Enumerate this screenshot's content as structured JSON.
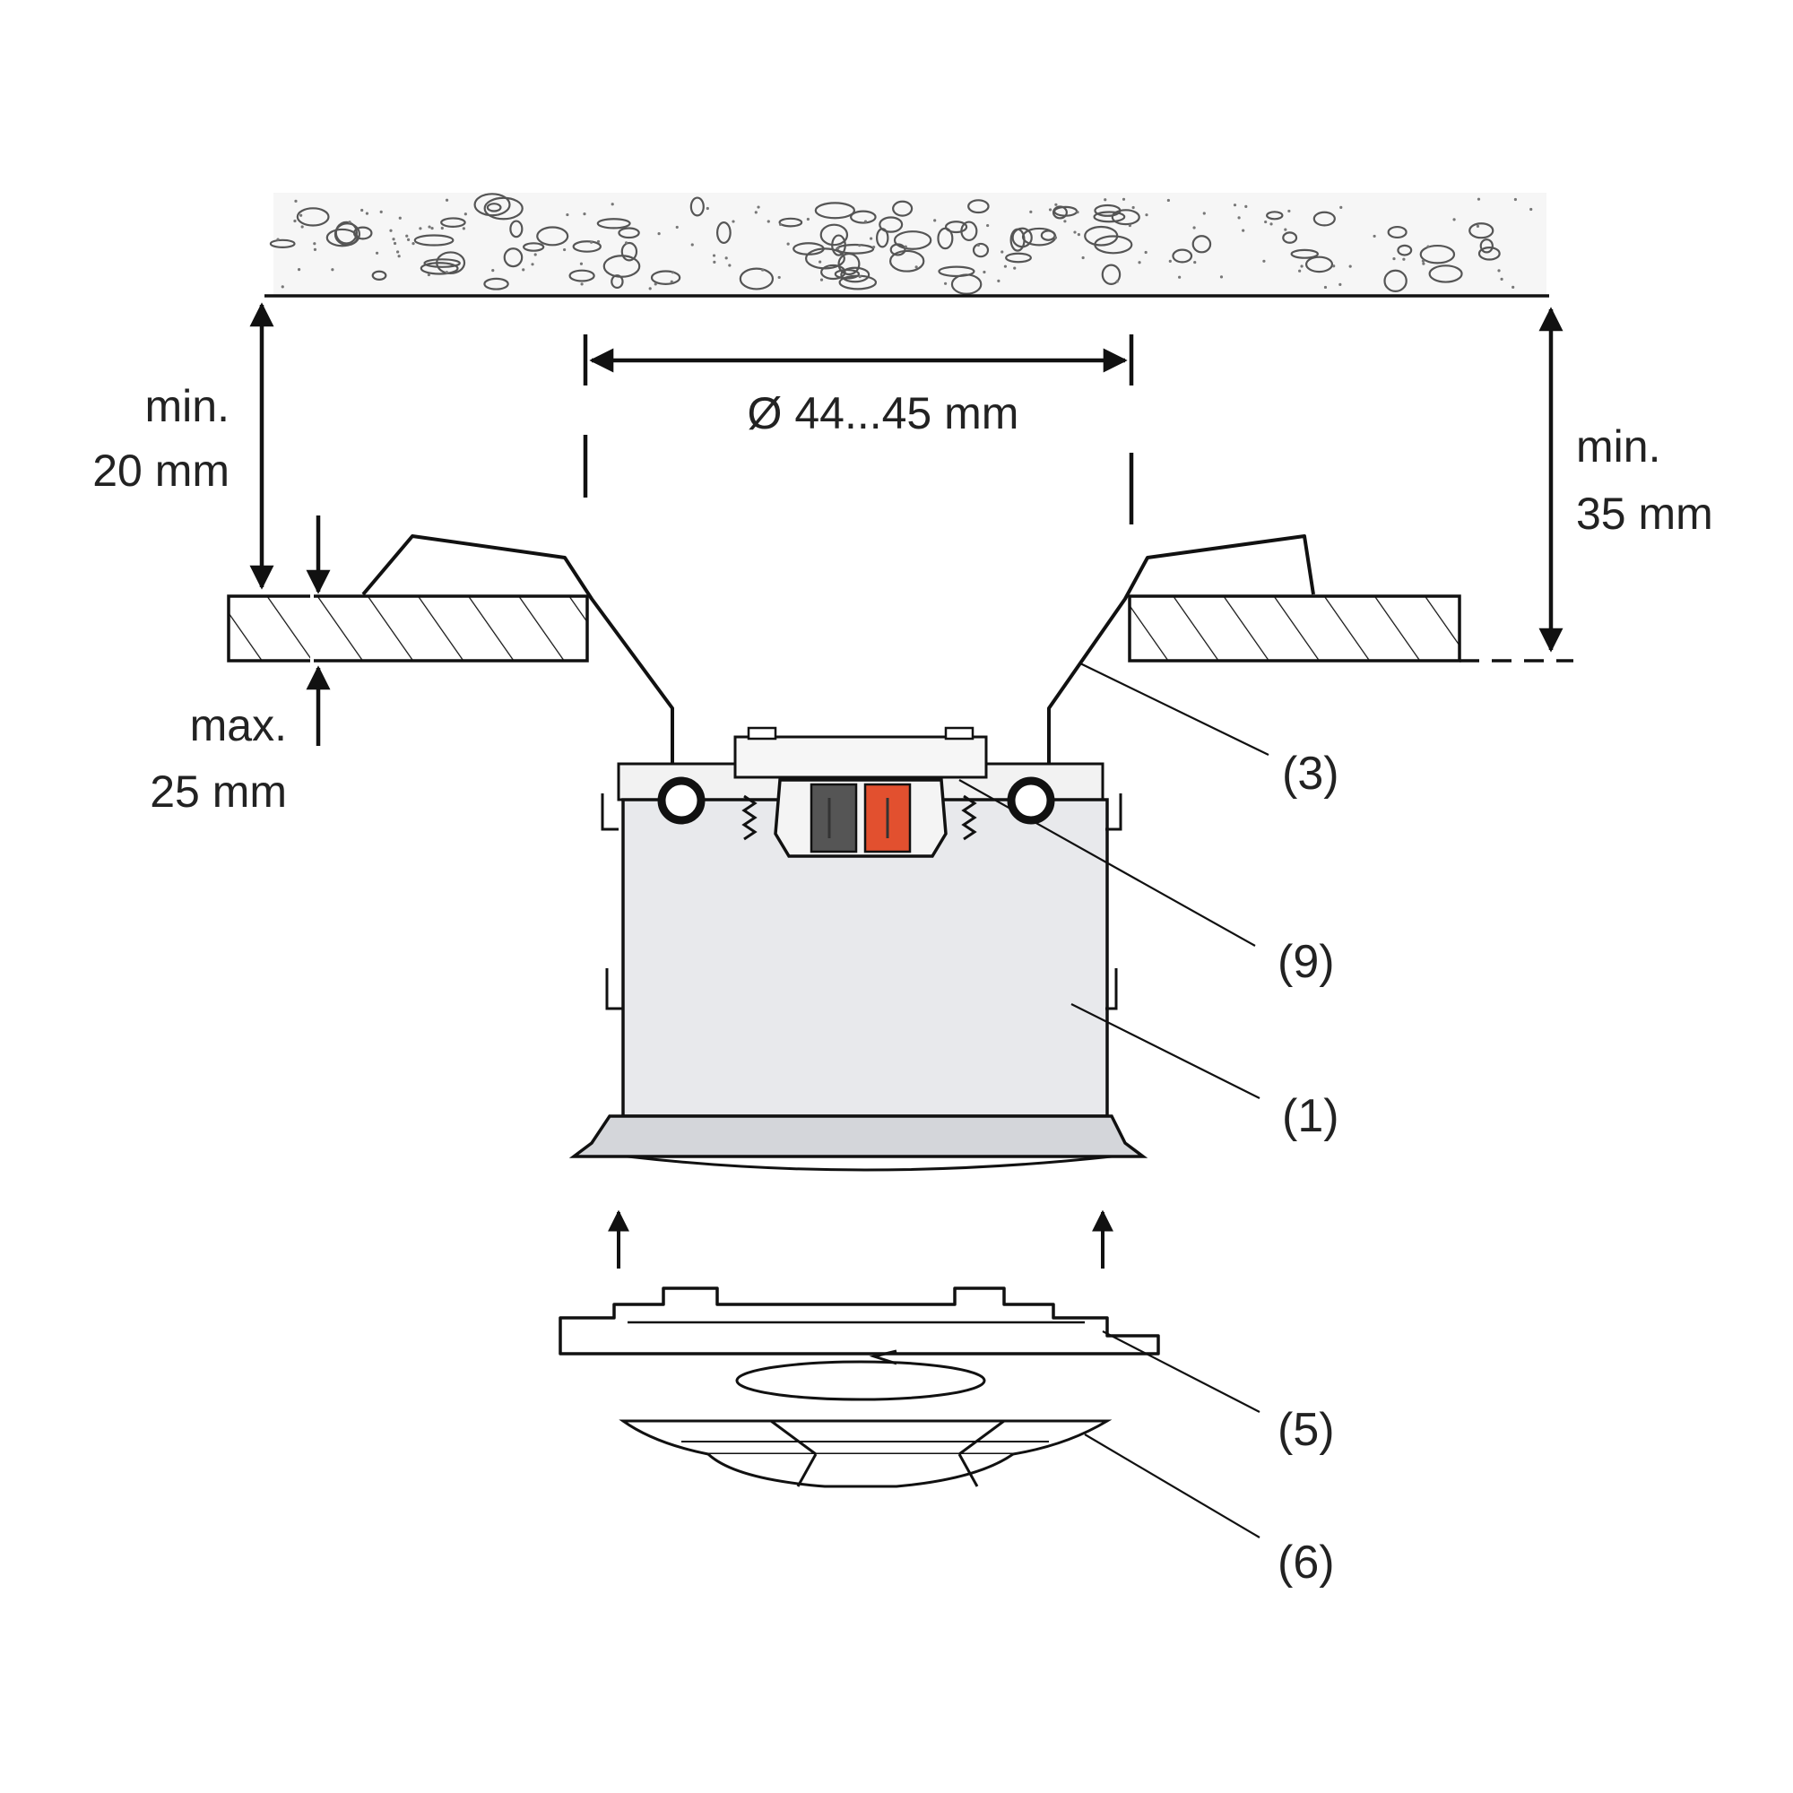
{
  "dimensions": {
    "ceiling_gap_min_line1": "min.",
    "ceiling_gap_min_line2": "20 mm",
    "ceiling_thickness_max_line1": "max.",
    "ceiling_thickness_max_line2": "25 mm",
    "hole_diameter": "Ø 44...45 mm",
    "install_depth_min_line1": "min.",
    "install_depth_min_line2": "35 mm"
  },
  "parts": {
    "spring_clip": "(3)",
    "terminal": "(9)",
    "housing": "(1)",
    "mounting_ring": "(5)",
    "sensor_cover": "(6)"
  },
  "colors": {
    "line": "#111111",
    "housing_fill": "#e8e9ec",
    "concrete_fill": "#f6f6f6",
    "terminal_red": "#e2502f",
    "terminal_gray": "#555555"
  }
}
